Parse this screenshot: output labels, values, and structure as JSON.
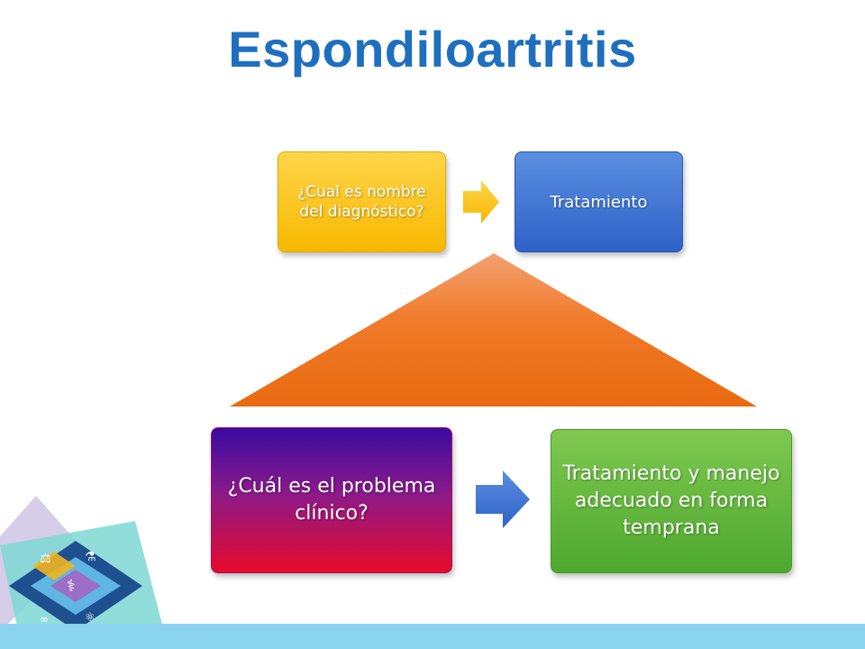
{
  "title": "Espondiloartritis",
  "diagram": {
    "top_left": "¿Cual es nombre del diagnóstico?",
    "top_right": "Tratamiento",
    "bottom_left": "¿Cuál es el problema clínico?",
    "bottom_right": "Tratamiento y manejo adecuado en forma temprana"
  },
  "colors": {
    "title": "#1f6fbf",
    "triangle": "#f07a28",
    "bottom_bar": "#8ad4ef"
  },
  "icons": [
    "scales-icon",
    "flask-icon",
    "caduceus-icon",
    "atom-icon",
    "chain-icon"
  ]
}
